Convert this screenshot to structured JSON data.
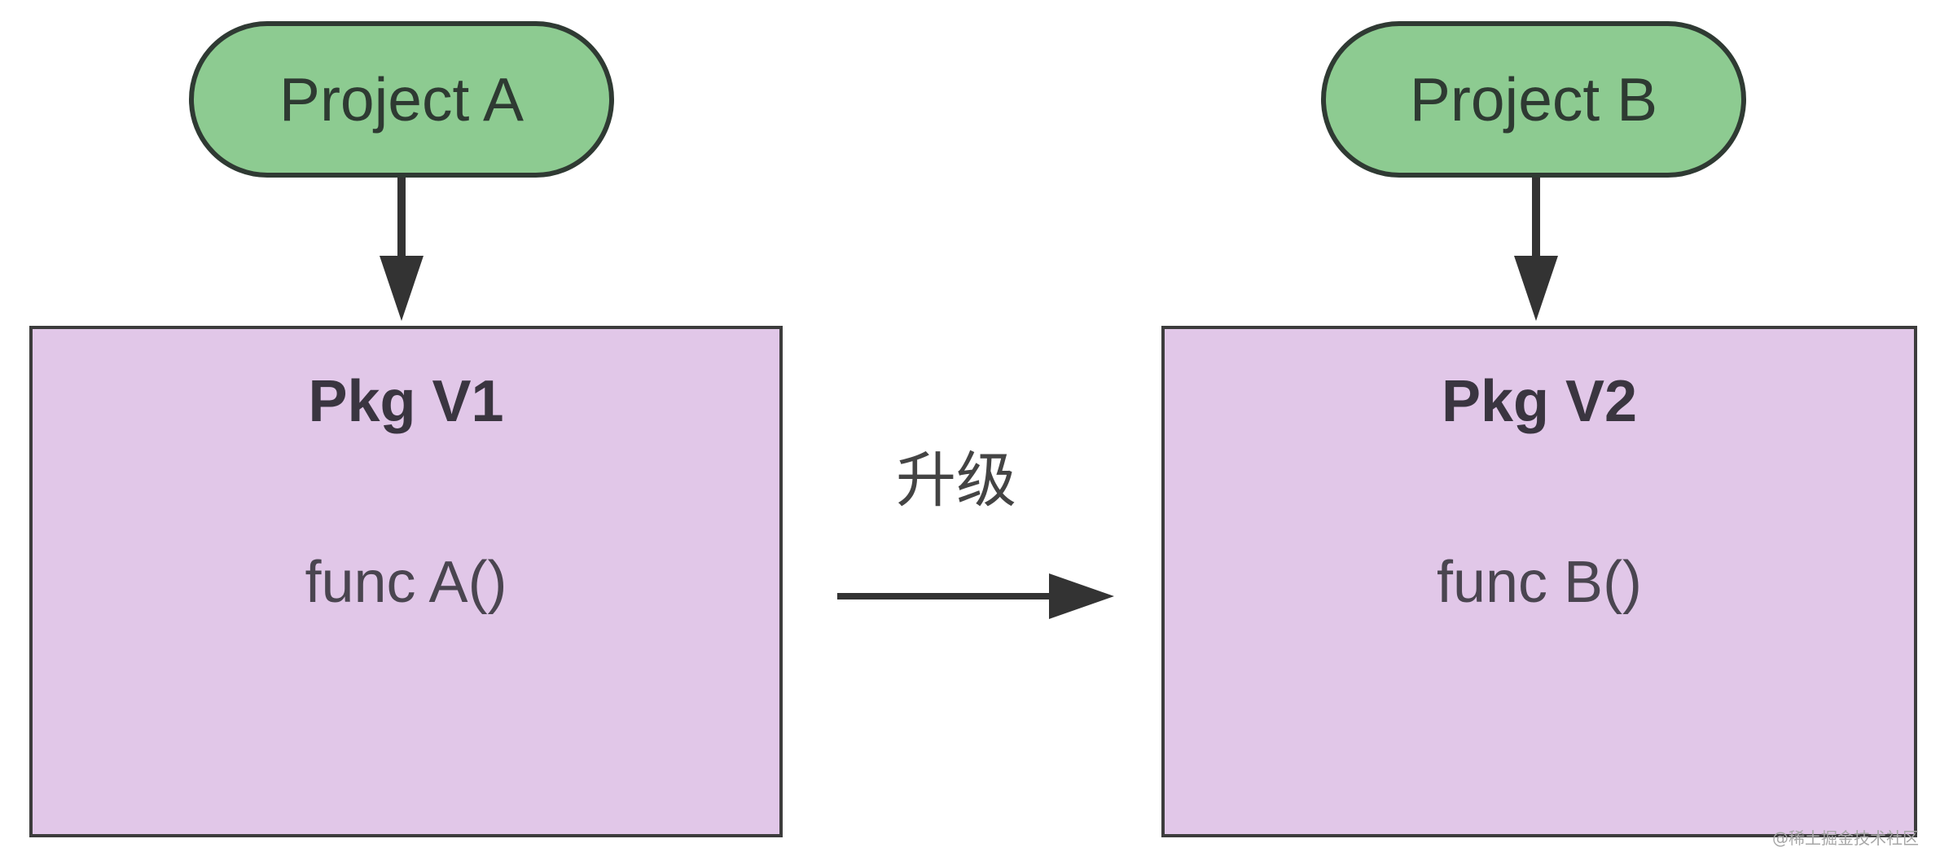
{
  "diagram": {
    "colors": {
      "project_fill": "#8dcb91",
      "package_fill": "#e1c7e8",
      "arrow": "#333333"
    },
    "nodes": [
      {
        "id": "project-a",
        "label": "Project A"
      },
      {
        "id": "project-b",
        "label": "Project B"
      },
      {
        "id": "pkg-v1",
        "title": "Pkg V1",
        "content": "func A()"
      },
      {
        "id": "pkg-v2",
        "title": "Pkg V2",
        "content": "func B()"
      }
    ],
    "edges": [
      {
        "from": "project-a",
        "to": "pkg-v1",
        "label": ""
      },
      {
        "from": "project-b",
        "to": "pkg-v2",
        "label": ""
      },
      {
        "from": "pkg-v1",
        "to": "pkg-v2",
        "label": "升级"
      }
    ],
    "watermark": "@稀土掘金技术社区"
  }
}
